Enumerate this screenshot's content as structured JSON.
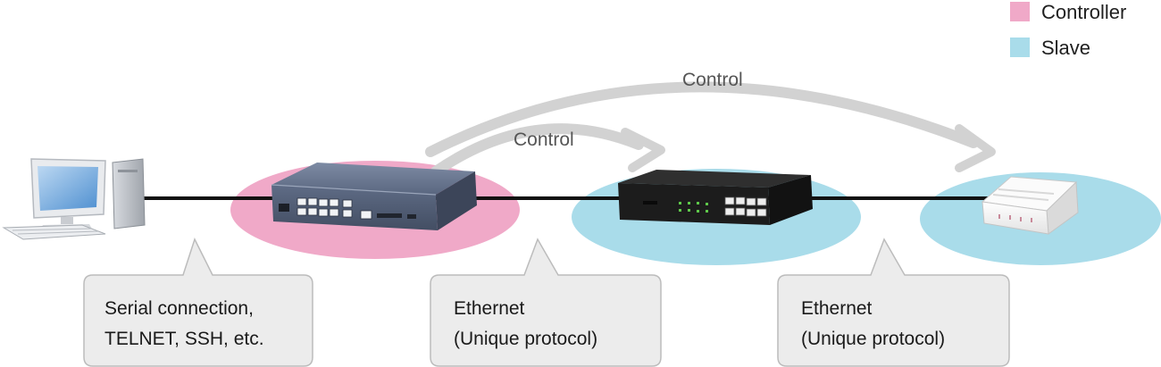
{
  "legend": {
    "items": [
      {
        "label": "Controller",
        "color": "#f0a9c8"
      },
      {
        "label": "Slave",
        "color": "#a9dcea"
      }
    ]
  },
  "arcs": {
    "short_label": "Control",
    "long_label": "Control"
  },
  "callouts": [
    {
      "line1": "Serial connection,",
      "line2": "TELNET, SSH, etc."
    },
    {
      "line1": "Ethernet",
      "line2": "(Unique protocol)"
    },
    {
      "line1": "Ethernet",
      "line2": "(Unique protocol)"
    }
  ],
  "devices": {
    "pc": {
      "icon": "desktop-computer-icon"
    },
    "controller": {
      "icon": "router-icon"
    },
    "switch": {
      "icon": "network-switch-icon"
    },
    "access_point": {
      "icon": "access-point-icon"
    }
  },
  "colors": {
    "controller_zone": "#f0a9c8",
    "slave_zone": "#a9dcea",
    "cable": "#111111",
    "arrow": "#d2d2d2",
    "callout_fill": "#ececec",
    "callout_stroke": "#bcbcbc"
  }
}
